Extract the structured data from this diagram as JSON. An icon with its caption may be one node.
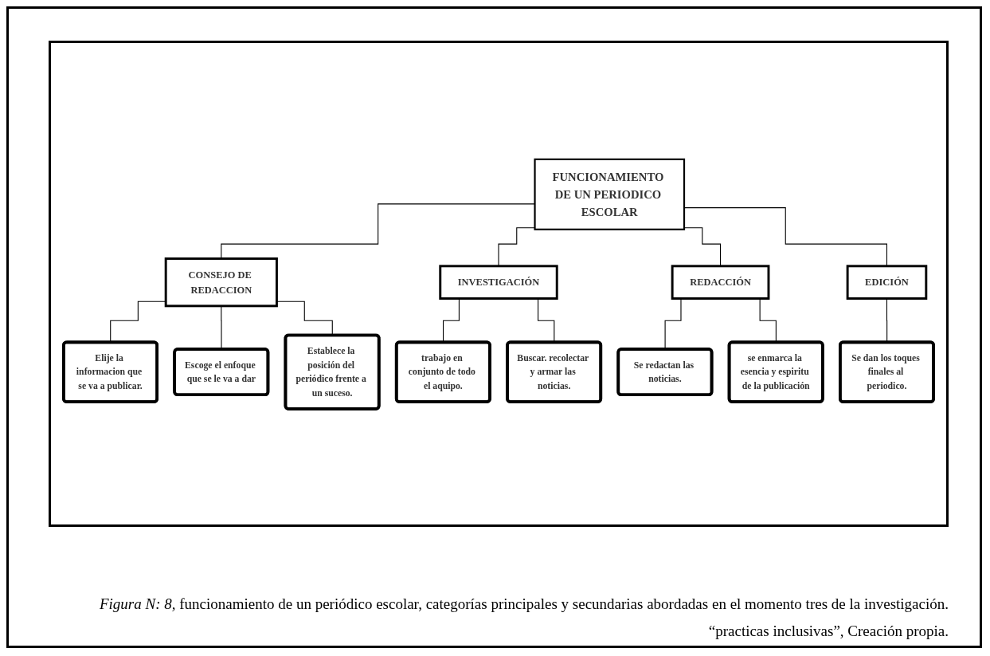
{
  "diagram": {
    "nodes": [
      {
        "text": [
          "FUNCIONAMIENTO DE UN PERIODICO ESCOLAR"
        ]
      },
      {
        "text": [
          "CONSEJO DE REDACCION"
        ]
      },
      {
        "text": [
          "INVESTIGACIÓN"
        ]
      },
      {
        "text": [
          "REDACCIÓN"
        ]
      },
      {
        "text": [
          "EDICIÓN"
        ]
      },
      {
        "text": [
          "Elije la informacion que se va a publicar."
        ]
      },
      {
        "text": [
          "Escoge el enfoque que se le va a dar"
        ]
      },
      {
        "text": [
          "Establece la posición del periódico frente a un suceso."
        ]
      },
      {
        "text": [
          "trabajo en conjunto de todo el aquipo."
        ]
      },
      {
        "text": [
          "Buscar. recolectar y armar las noticias."
        ]
      },
      {
        "text": [
          "Se redactan las noticias."
        ]
      },
      {
        "text": [
          "se enmarca la esencia y espiritu de la publicación"
        ]
      },
      {
        "text": [
          "Se dan los toques finales al periodico."
        ]
      }
    ],
    "edges": [
      {
        "from": 0,
        "to": 1,
        "arrow": "none"
      },
      {
        "from": 0,
        "to": 2,
        "arrow": "none"
      },
      {
        "from": 0,
        "to": 3,
        "arrow": "none"
      },
      {
        "from": 0,
        "to": 4,
        "arrow": "none"
      },
      {
        "from": 1,
        "to": 5,
        "arrow": "none"
      },
      {
        "from": 1,
        "to": 6,
        "arrow": "none"
      },
      {
        "from": 1,
        "to": 7,
        "arrow": "none"
      },
      {
        "from": 2,
        "to": 8,
        "arrow": "none"
      },
      {
        "from": 2,
        "to": 9,
        "arrow": "none"
      },
      {
        "from": 3,
        "to": 10,
        "arrow": "none"
      },
      {
        "from": 3,
        "to": 11,
        "arrow": "none"
      },
      {
        "from": 4,
        "to": 12,
        "arrow": "none"
      }
    ],
    "caption": "*Figura N: 8,* funcionamiento de un periódico escolar, categorías principales y secundarias abordadas en el momento tres de la investigación. “practicas inclusivas”, Creación propia."
  }
}
